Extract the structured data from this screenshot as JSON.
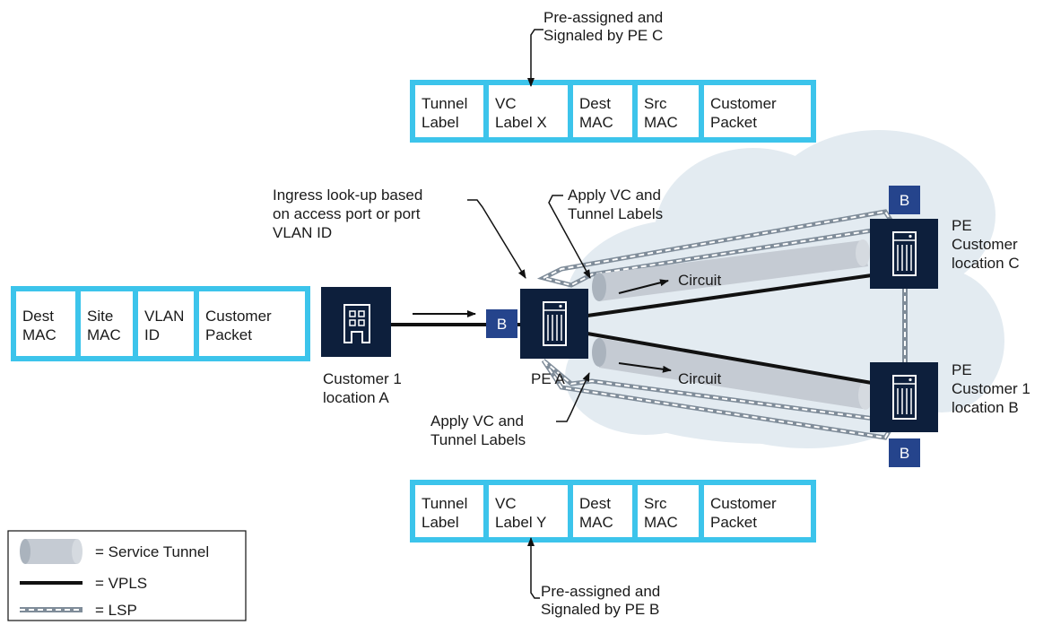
{
  "colors": {
    "frame": "#3cc4eb",
    "cloud": "#e3ebf1",
    "navy": "#0d1f3c",
    "badge": "#25448c",
    "tunnel": "#c5cbd3",
    "line": "#111111"
  },
  "packets": {
    "top": {
      "callout": [
        "Pre-assigned and",
        "Signaled by PE C"
      ],
      "cells": [
        [
          "Tunnel",
          "Label"
        ],
        [
          "VC",
          "Label X"
        ],
        [
          "Dest",
          "MAC"
        ],
        [
          "Src",
          "MAC"
        ],
        [
          "Customer",
          "Packet"
        ]
      ]
    },
    "bottom": {
      "callout": [
        "Pre-assigned and",
        "Signaled by PE B"
      ],
      "cells": [
        [
          "Tunnel",
          "Label"
        ],
        [
          "VC",
          "Label Y"
        ],
        [
          "Dest",
          "MAC"
        ],
        [
          "Src",
          "MAC"
        ],
        [
          "Customer",
          "Packet"
        ]
      ]
    },
    "left": {
      "cells": [
        [
          "Dest",
          "MAC"
        ],
        [
          "Site",
          "MAC"
        ],
        [
          "VLAN",
          "ID"
        ],
        [
          "Customer",
          "Packet"
        ]
      ]
    }
  },
  "annotations": {
    "ingress": [
      "Ingress look-up based",
      "on access port or port",
      "VLAN ID"
    ],
    "apply_top": [
      "Apply VC and",
      "Tunnel Labels"
    ],
    "apply_bottom": [
      "Apply VC and",
      "Tunnel Labels"
    ]
  },
  "nodes": {
    "customer_a": [
      "Customer 1",
      "location A"
    ],
    "pe_a": "PE A",
    "pe_c": [
      "PE",
      "Customer",
      "location C"
    ],
    "pe_b": [
      "PE",
      "Customer 1",
      "location B"
    ]
  },
  "badges": {
    "pe_a": "B",
    "pe_c": "B",
    "pe_b": "B"
  },
  "circuits": {
    "upper": "Circuit",
    "lower": "Circuit"
  },
  "legend": {
    "service_tunnel": "= Service Tunnel",
    "vpls": "= VPLS",
    "lsp": "= LSP"
  }
}
